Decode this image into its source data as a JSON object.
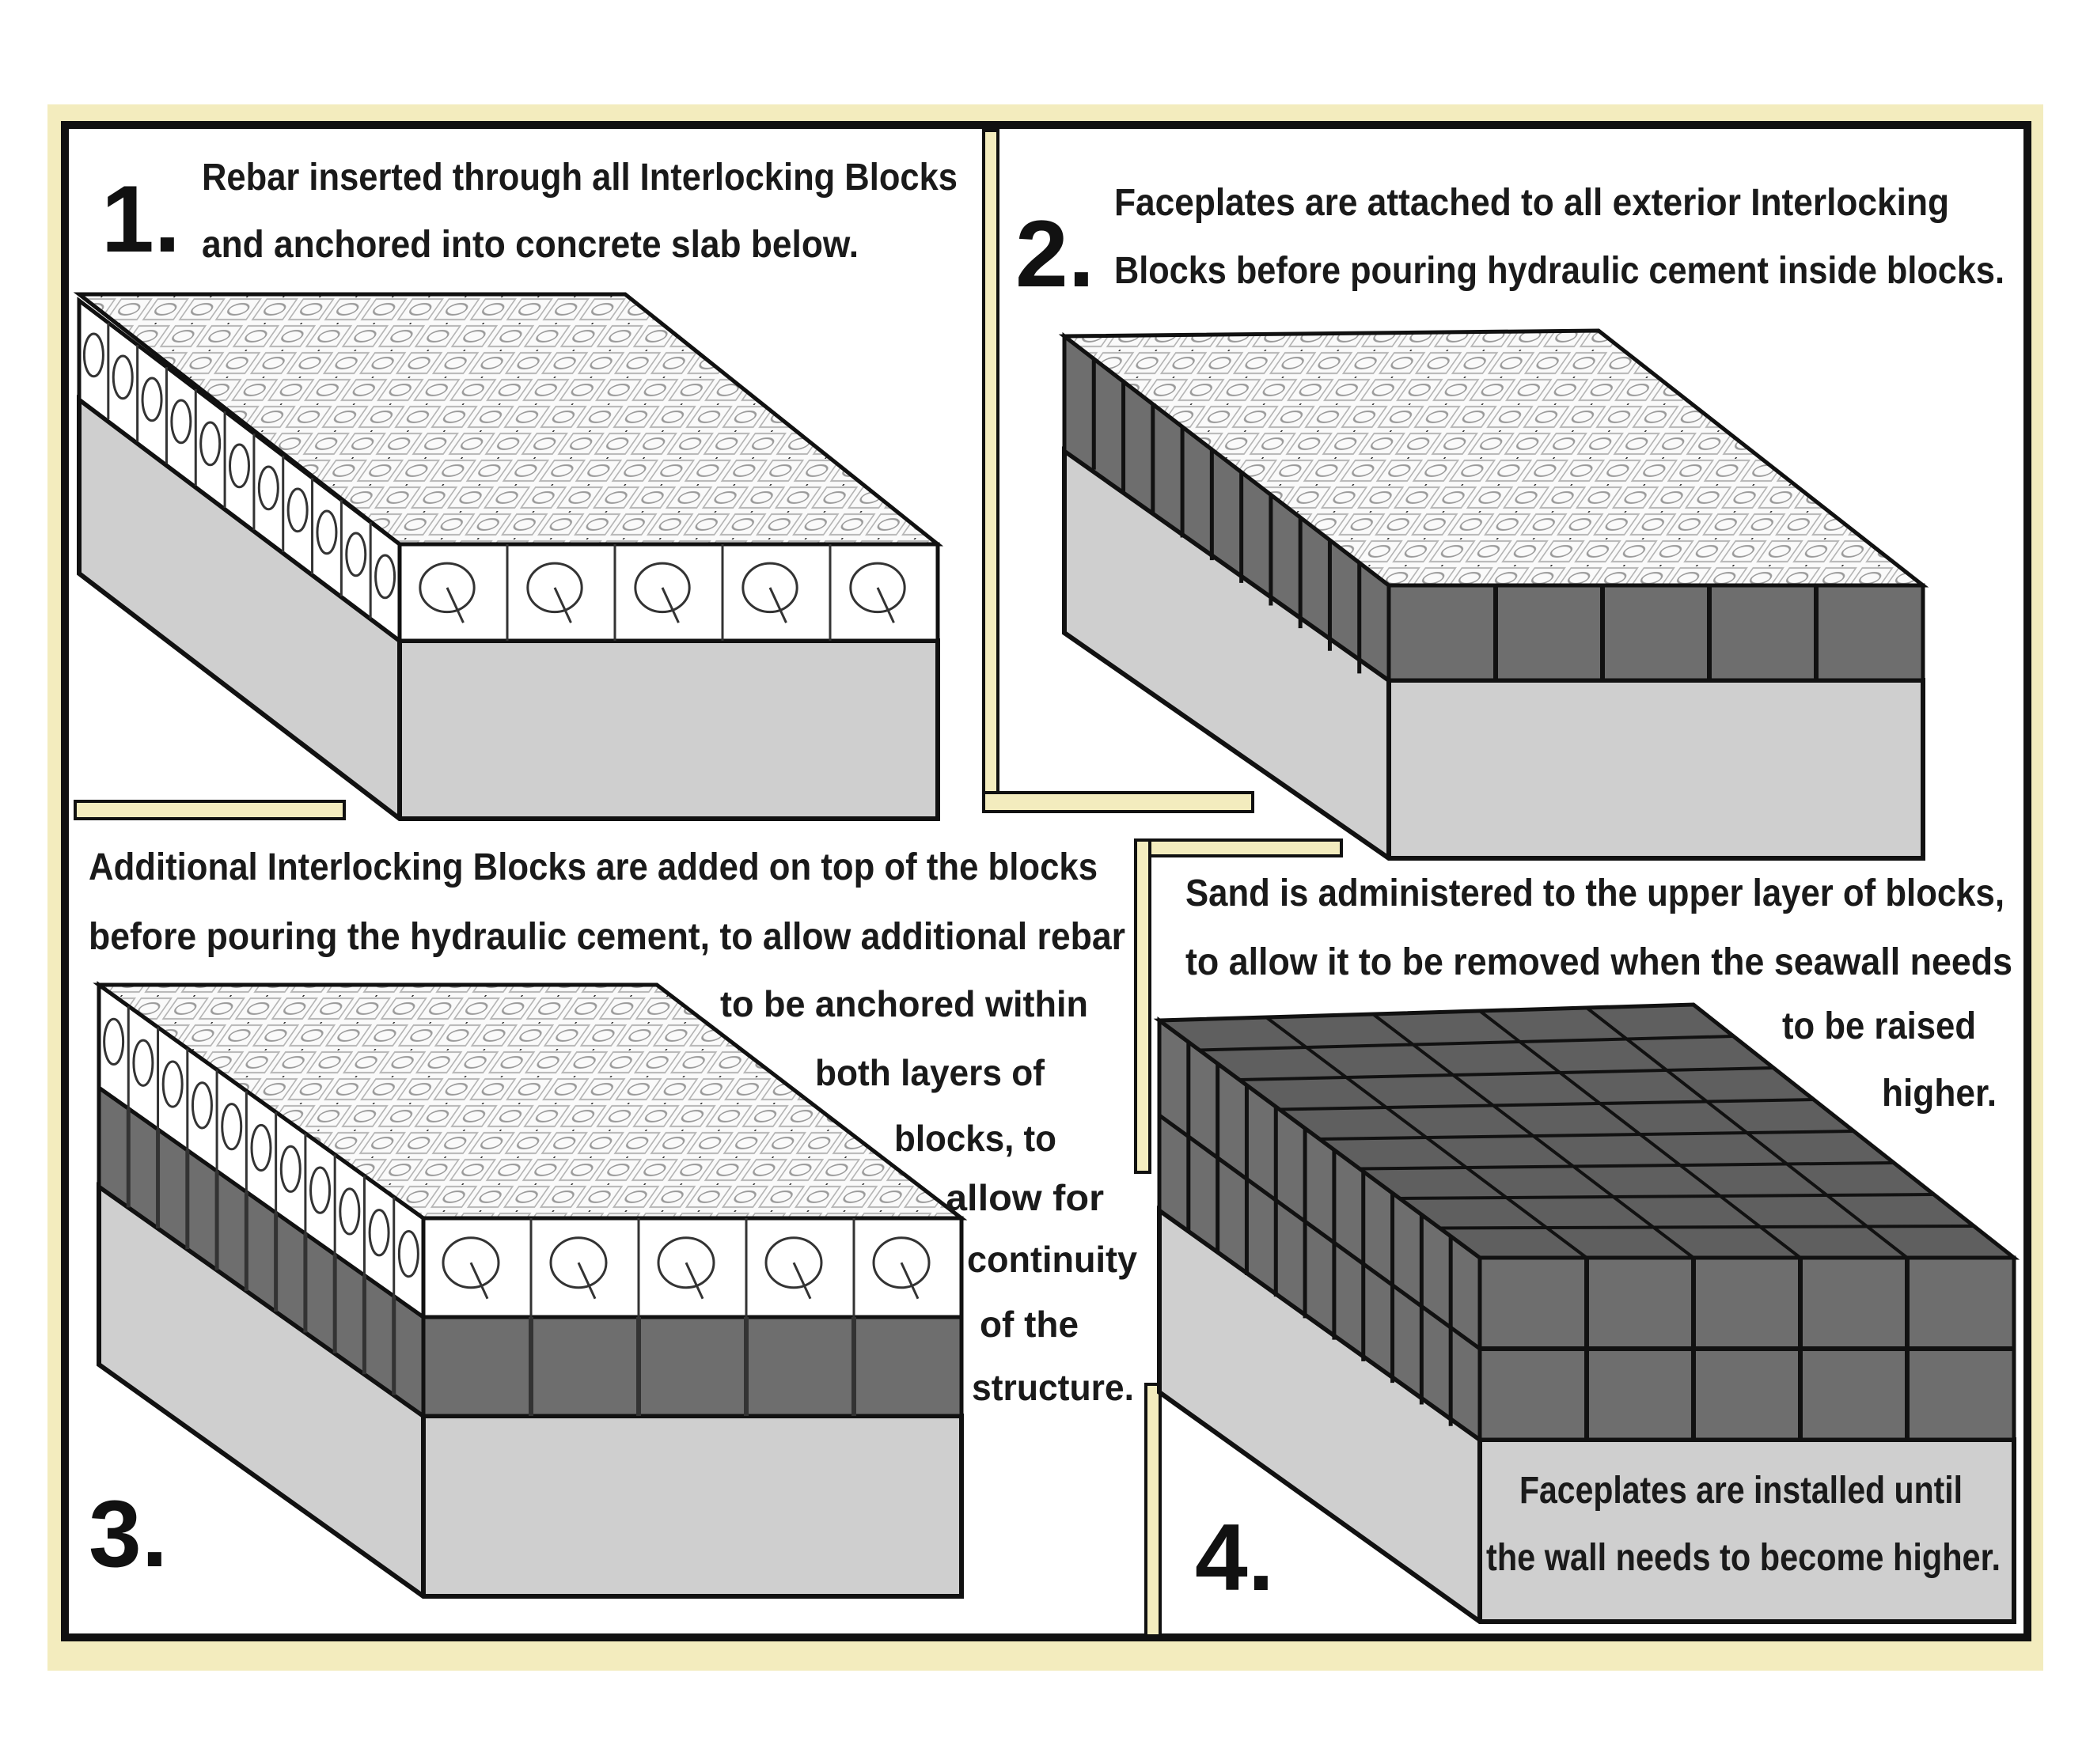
{
  "colors": {
    "frame": "#f3ecbe",
    "ink": "#111111",
    "slab": "#cfcfcf",
    "block_dark": "#6e6e6e",
    "block_white": "#ffffff",
    "top_pattern": "#b8b8b8"
  },
  "panels": [
    {
      "number": "1.",
      "caption": [
        "Rebar inserted through all Interlocking Blocks",
        "and anchored into concrete slab below."
      ]
    },
    {
      "number": "2.",
      "caption": [
        "Faceplates are attached to all exterior Interlocking",
        "Blocks before pouring hydraulic cement inside blocks."
      ]
    },
    {
      "number": "3.",
      "caption": [
        "Additional Interlocking Blocks are added on top of the blocks",
        "before pouring the hydraulic cement, to allow additional rebar"
      ],
      "side_caption": [
        "to be anchored within",
        "both layers of",
        "blocks, to",
        "allow  for",
        "continuity",
        "of the",
        "structure."
      ]
    },
    {
      "number": "4.",
      "caption": [
        "Sand is administered to the upper layer of blocks,",
        "to allow it to be removed when the seawall needs",
        "to be raised",
        "higher."
      ],
      "slab_caption": [
        "Faceplates are installed until",
        "the wall needs to become higher."
      ]
    }
  ]
}
